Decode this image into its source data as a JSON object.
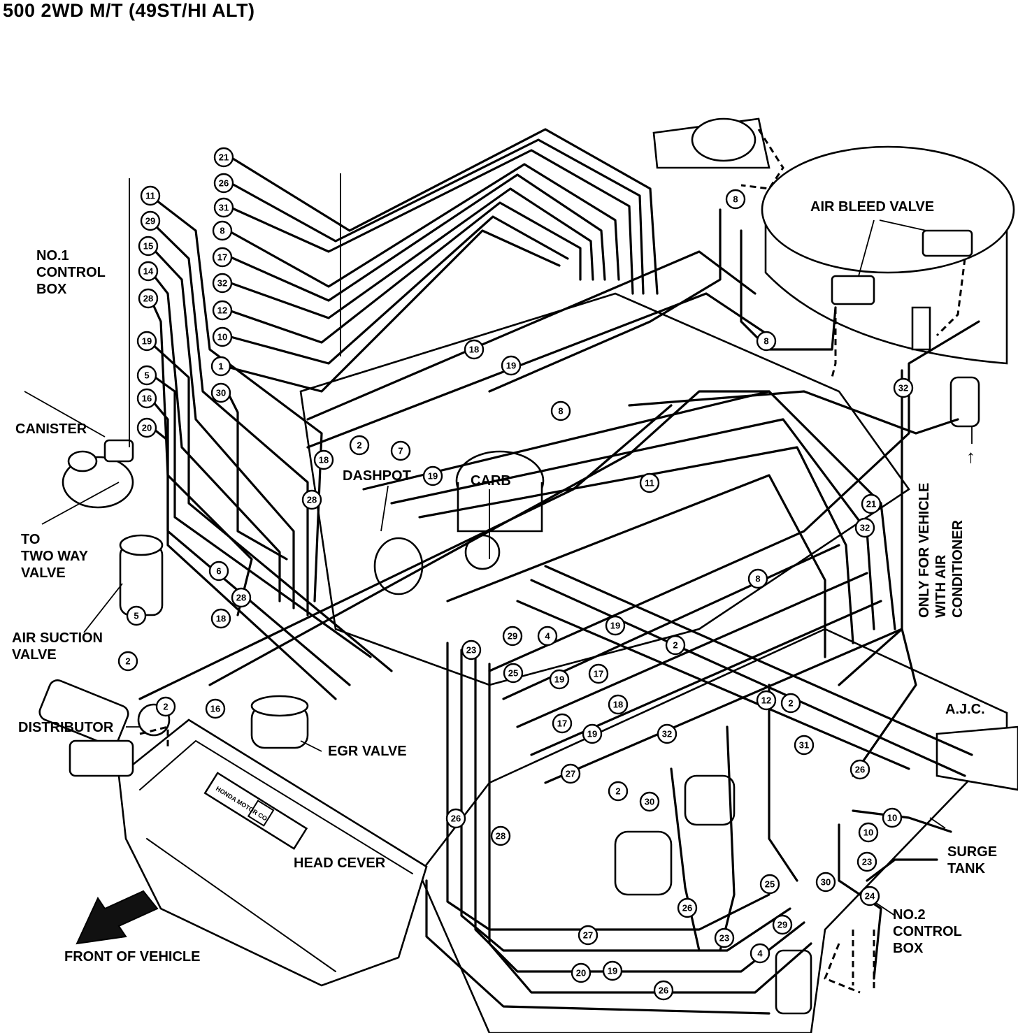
{
  "title": "500 2WD M/T (49ST/HI ALT)",
  "labels": {
    "no1_control_box": "NO.1\nCONTROL\nBOX",
    "canister": "CANISTER",
    "to_two_way_valve": "TO\nTWO WAY\nVALVE",
    "air_suction_valve": "AIR SUCTION\nVALVE",
    "distributor": "DISTRIBUTOR",
    "dashpot": "DASHPOT",
    "carb": "CARB",
    "egr_valve": "EGR VALVE",
    "head_cover": "HEAD CEVER",
    "front_of_vehicle": "FRONT OF VEHICLE",
    "air_bleed_valve": "AIR BLEED VALVE",
    "only_for_ac": "ONLY FOR VEHICLE\nWITH AIR\nCONDITIONER",
    "ajc": "A.J.C.",
    "surge_tank": "SURGE\nTANK",
    "no2_control_box": "NO.2\nCONTROL\nBOX",
    "honda_badge": "HONDA MOTOR CO."
  },
  "callouts": [
    "21",
    "26",
    "31",
    "8",
    "17",
    "32",
    "12",
    "10",
    "1",
    "30",
    "11",
    "29",
    "15",
    "14",
    "28",
    "19",
    "5",
    "16",
    "20",
    "18",
    "2",
    "7",
    "28",
    "19",
    "6",
    "28",
    "18",
    "5",
    "2",
    "2",
    "16",
    "8",
    "18",
    "19",
    "8",
    "11",
    "21",
    "32",
    "8",
    "19",
    "2",
    "23",
    "29",
    "4",
    "25",
    "19",
    "17",
    "18",
    "17",
    "19",
    "32",
    "12",
    "2",
    "31",
    "27",
    "2",
    "30",
    "26",
    "28",
    "25",
    "30",
    "26",
    "23",
    "29",
    "4",
    "27",
    "20",
    "19",
    "26",
    "10",
    "10",
    "23",
    "24",
    "32",
    "8",
    "26"
  ]
}
